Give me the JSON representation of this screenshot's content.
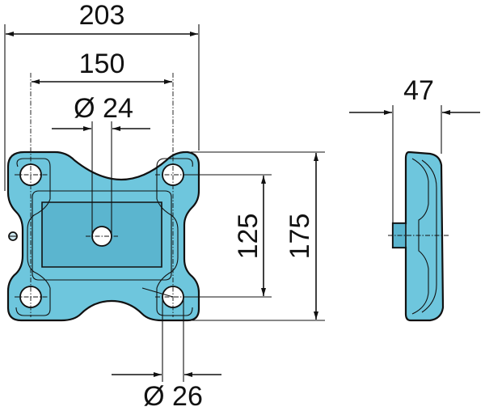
{
  "dimensions": {
    "overall_width": "203",
    "hole_spacing_horizontal": "150",
    "center_hole_diameter": "Ø 24",
    "hole_spacing_vertical": "125",
    "overall_height": "175",
    "corner_hole_diameter": "Ø 26",
    "side_thickness": "47"
  },
  "colors": {
    "part_fill": "#6ec6dd",
    "part_shade": "#4aa8c4",
    "outline": "#111111"
  }
}
